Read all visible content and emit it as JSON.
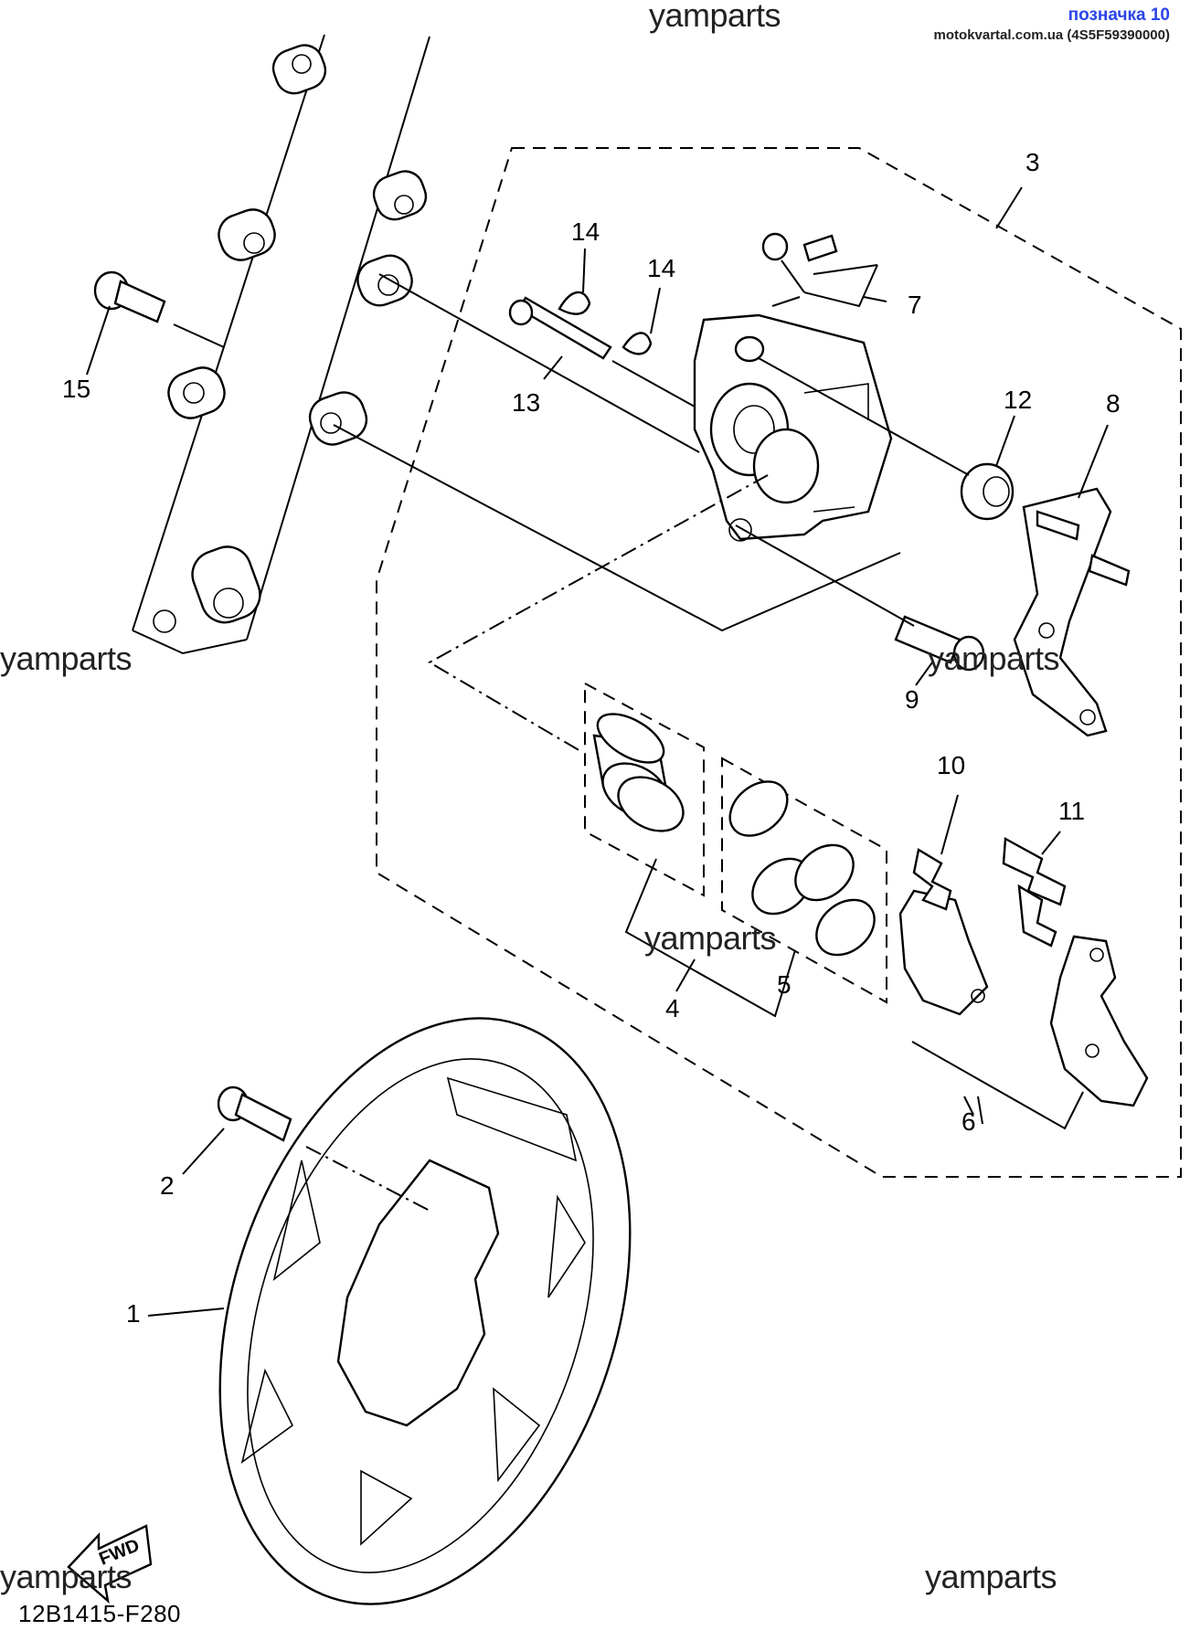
{
  "header": {
    "link_label": "позначка 10",
    "site_line": "motokvartal.com.ua (4S5F59390000)"
  },
  "watermarks": {
    "top": "yamparts",
    "mid_left": "yamparts",
    "mid_right": "yamparts",
    "center": "yamparts",
    "bottom_left": "yamparts",
    "bottom_right": "yamparts"
  },
  "callouts": {
    "c1": "1",
    "c2": "2",
    "c3": "3",
    "c4": "4",
    "c5": "5",
    "c6": "6",
    "c7": "7",
    "c8": "8",
    "c9": "9",
    "c10": "10",
    "c11": "11",
    "c12": "12",
    "c13": "13",
    "c14a": "14",
    "c14b": "14",
    "c15": "15"
  },
  "fwd_label": "FWD",
  "diagram_code": "12B1415-F280"
}
